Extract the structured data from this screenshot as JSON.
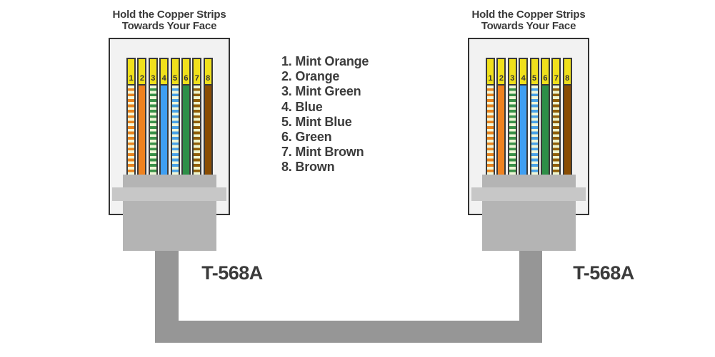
{
  "diagram": {
    "title_line1": "Hold the Copper Strips",
    "title_line2": "Towards Your Face",
    "standard_label": "T-568A",
    "wires": [
      {
        "num": "1",
        "name": "Mint Orange",
        "type": "striped",
        "color": "#e8831e",
        "pale": "#f2f8da"
      },
      {
        "num": "2",
        "name": "Orange",
        "type": "solid",
        "color": "#ee8220"
      },
      {
        "num": "3",
        "name": "Mint Green",
        "type": "striped",
        "color": "#3a9148",
        "pale": "#eef7d6"
      },
      {
        "num": "4",
        "name": "Blue",
        "type": "solid",
        "color": "#3f9ff2"
      },
      {
        "num": "5",
        "name": "Mint Blue",
        "type": "striped",
        "color": "#4aa3e8",
        "pale": "#f0f7d8"
      },
      {
        "num": "6",
        "name": "Green",
        "type": "solid",
        "color": "#2e8f48"
      },
      {
        "num": "7",
        "name": "Mint Brown",
        "type": "striped",
        "color": "#8f5e08",
        "pale": "#edf5cf"
      },
      {
        "num": "8",
        "name": "Brown",
        "type": "solid",
        "color": "#8a4d03"
      }
    ],
    "colors": {
      "background": "#ffffff",
      "text": "#3b3b3b",
      "box_fill": "#f2f2f2",
      "box_border": "#333333",
      "pin_fill": "#f0e01c",
      "pin_border": "#3a3a3a",
      "boot_gray": "#b4b4b4",
      "latch_gray": "#c7c7c7",
      "cable_gray": "#969696"
    }
  }
}
